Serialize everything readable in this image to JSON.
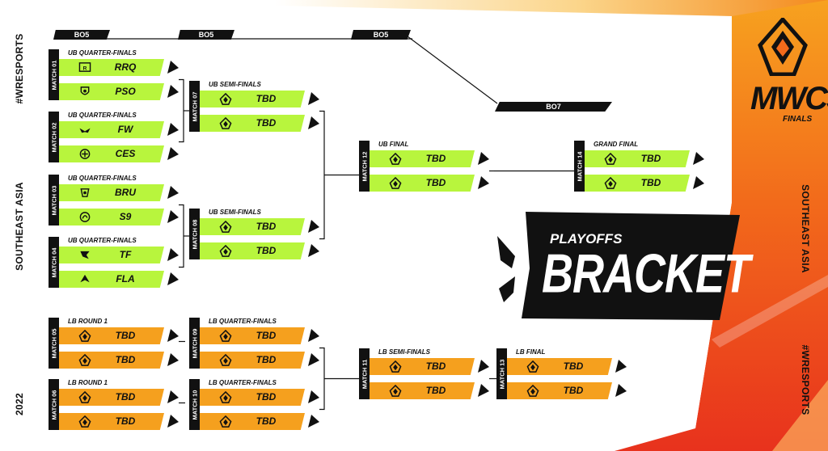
{
  "hashtag": "#WRESPORTS",
  "region": "SOUTHEAST ASIA",
  "year": "2022",
  "logo": {
    "main": "MWCS",
    "sub": "FINALS",
    "icon": "mwcs-emblem-icon"
  },
  "title": {
    "line1": "PLAYOFFS",
    "line2": "BRACKET"
  },
  "formats": {
    "bo5": "BO5",
    "bo7": "BO7"
  },
  "colors": {
    "upper": "#b8f53d",
    "lower": "#f5a01e",
    "dark": "#111111",
    "accent_orange": "#f26a1b"
  },
  "matches": [
    {
      "id": "m01",
      "label": "MATCH 01",
      "stage": "UB QUARTER-FINALS",
      "bracket": "upper",
      "teams": [
        {
          "name": "RRQ",
          "logo": "rrq-logo-icon"
        },
        {
          "name": "PSO",
          "logo": "pso-logo-icon"
        }
      ]
    },
    {
      "id": "m02",
      "label": "MATCH 02",
      "stage": "UB QUARTER-FINALS",
      "bracket": "upper",
      "teams": [
        {
          "name": "FW",
          "logo": "fw-logo-icon"
        },
        {
          "name": "CES",
          "logo": "ces-logo-icon"
        }
      ]
    },
    {
      "id": "m03",
      "label": "MATCH 03",
      "stage": "UB QUARTER-FINALS",
      "bracket": "upper",
      "teams": [
        {
          "name": "BRU",
          "logo": "bru-logo-icon"
        },
        {
          "name": "S9",
          "logo": "s9-logo-icon"
        }
      ]
    },
    {
      "id": "m04",
      "label": "MATCH 04",
      "stage": "UB QUARTER-FINALS",
      "bracket": "upper",
      "teams": [
        {
          "name": "TF",
          "logo": "tf-logo-icon"
        },
        {
          "name": "FLA",
          "logo": "fla-logo-icon"
        }
      ]
    },
    {
      "id": "m07",
      "label": "MATCH 07",
      "stage": "UB SEMI-FINALS",
      "bracket": "upper",
      "teams": [
        {
          "name": "TBD",
          "logo": "tbd-emblem-icon"
        },
        {
          "name": "TBD",
          "logo": "tbd-emblem-icon"
        }
      ]
    },
    {
      "id": "m08",
      "label": "MATCH 08",
      "stage": "UB SEMI-FINALS",
      "bracket": "upper",
      "teams": [
        {
          "name": "TBD",
          "logo": "tbd-emblem-icon"
        },
        {
          "name": "TBD",
          "logo": "tbd-emblem-icon"
        }
      ]
    },
    {
      "id": "m12",
      "label": "MATCH 12",
      "stage": "UB FINAL",
      "bracket": "upper",
      "teams": [
        {
          "name": "TBD",
          "logo": "tbd-emblem-icon"
        },
        {
          "name": "TBD",
          "logo": "tbd-emblem-icon"
        }
      ]
    },
    {
      "id": "m14",
      "label": "MATCH 14",
      "stage": "GRAND FINAL",
      "bracket": "upper",
      "teams": [
        {
          "name": "TBD",
          "logo": "tbd-emblem-icon"
        },
        {
          "name": "TBD",
          "logo": "tbd-emblem-icon"
        }
      ]
    },
    {
      "id": "m05",
      "label": "MATCH 05",
      "stage": "LB ROUND 1",
      "bracket": "lower",
      "teams": [
        {
          "name": "TBD",
          "logo": "tbd-emblem-icon"
        },
        {
          "name": "TBD",
          "logo": "tbd-emblem-icon"
        }
      ]
    },
    {
      "id": "m06",
      "label": "MATCH 06",
      "stage": "LB ROUND 1",
      "bracket": "lower",
      "teams": [
        {
          "name": "TBD",
          "logo": "tbd-emblem-icon"
        },
        {
          "name": "TBD",
          "logo": "tbd-emblem-icon"
        }
      ]
    },
    {
      "id": "m09",
      "label": "MATCH 09",
      "stage": "LB QUARTER-FINALS",
      "bracket": "lower",
      "teams": [
        {
          "name": "TBD",
          "logo": "tbd-emblem-icon"
        },
        {
          "name": "TBD",
          "logo": "tbd-emblem-icon"
        }
      ]
    },
    {
      "id": "m10",
      "label": "MATCH 10",
      "stage": "LB QUARTER-FINALS",
      "bracket": "lower",
      "teams": [
        {
          "name": "TBD",
          "logo": "tbd-emblem-icon"
        },
        {
          "name": "TBD",
          "logo": "tbd-emblem-icon"
        }
      ]
    },
    {
      "id": "m11",
      "label": "MATCH 11",
      "stage": "LB SEMI-FINALS",
      "bracket": "lower",
      "teams": [
        {
          "name": "TBD",
          "logo": "tbd-emblem-icon"
        },
        {
          "name": "TBD",
          "logo": "tbd-emblem-icon"
        }
      ]
    },
    {
      "id": "m13",
      "label": "MATCH 13",
      "stage": "LB FINAL",
      "bracket": "lower",
      "teams": [
        {
          "name": "TBD",
          "logo": "tbd-emblem-icon"
        },
        {
          "name": "TBD",
          "logo": "tbd-emblem-icon"
        }
      ]
    }
  ]
}
